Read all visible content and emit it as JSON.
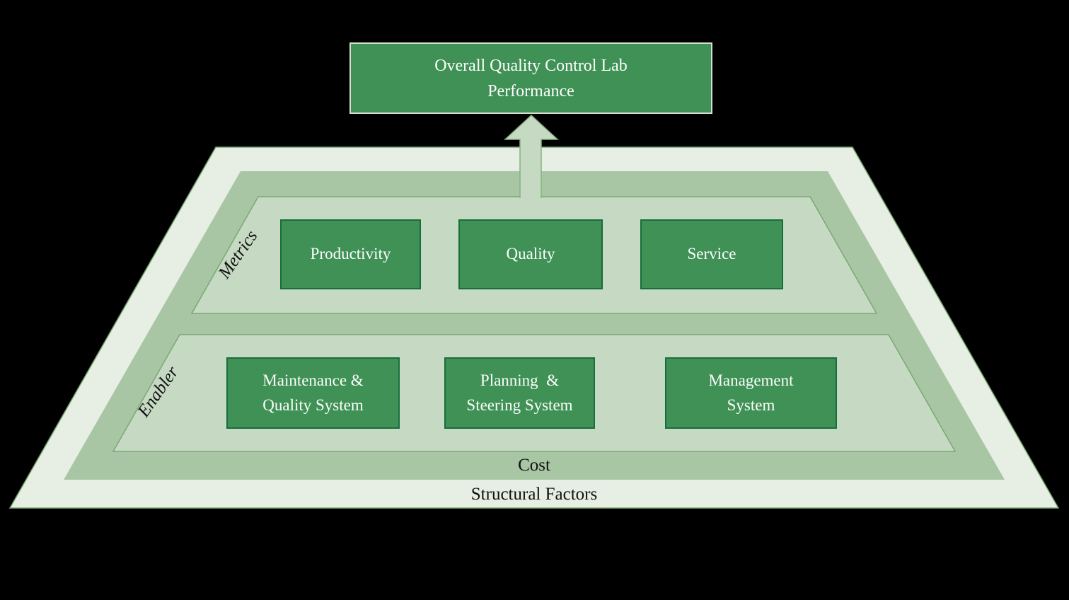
{
  "colors": {
    "background": "#000000",
    "outer_band_fill": "#e7eee3",
    "outer_band_stroke": "#76a56f",
    "middle_band_fill": "#a8c6a4",
    "row_fill": "#c6dac3",
    "row_stroke": "#7aa774",
    "arrow_fill": "#c6dac3",
    "arrow_stroke": "#85b181",
    "box_fill": "#3f9155",
    "box_border_dark": "#186e3d",
    "top_box_border_light": "#d6ded1",
    "box_text": "#ffffff",
    "label_text": "#111111"
  },
  "top_box": {
    "label": "Overall Quality Control Lab\nPerformance"
  },
  "metrics_row": {
    "label": "Metrics",
    "boxes": {
      "productivity": "Productivity",
      "quality": "Quality",
      "service": "Service"
    }
  },
  "enabler_row": {
    "label": "Enabler",
    "boxes": {
      "maintenance": "Maintenance &\nQuality System",
      "planning": "Planning  &\nSteering System",
      "management": "Management\nSystem"
    }
  },
  "bottom_bands": {
    "cost": "Cost",
    "structural_factors": "Structural Factors"
  }
}
